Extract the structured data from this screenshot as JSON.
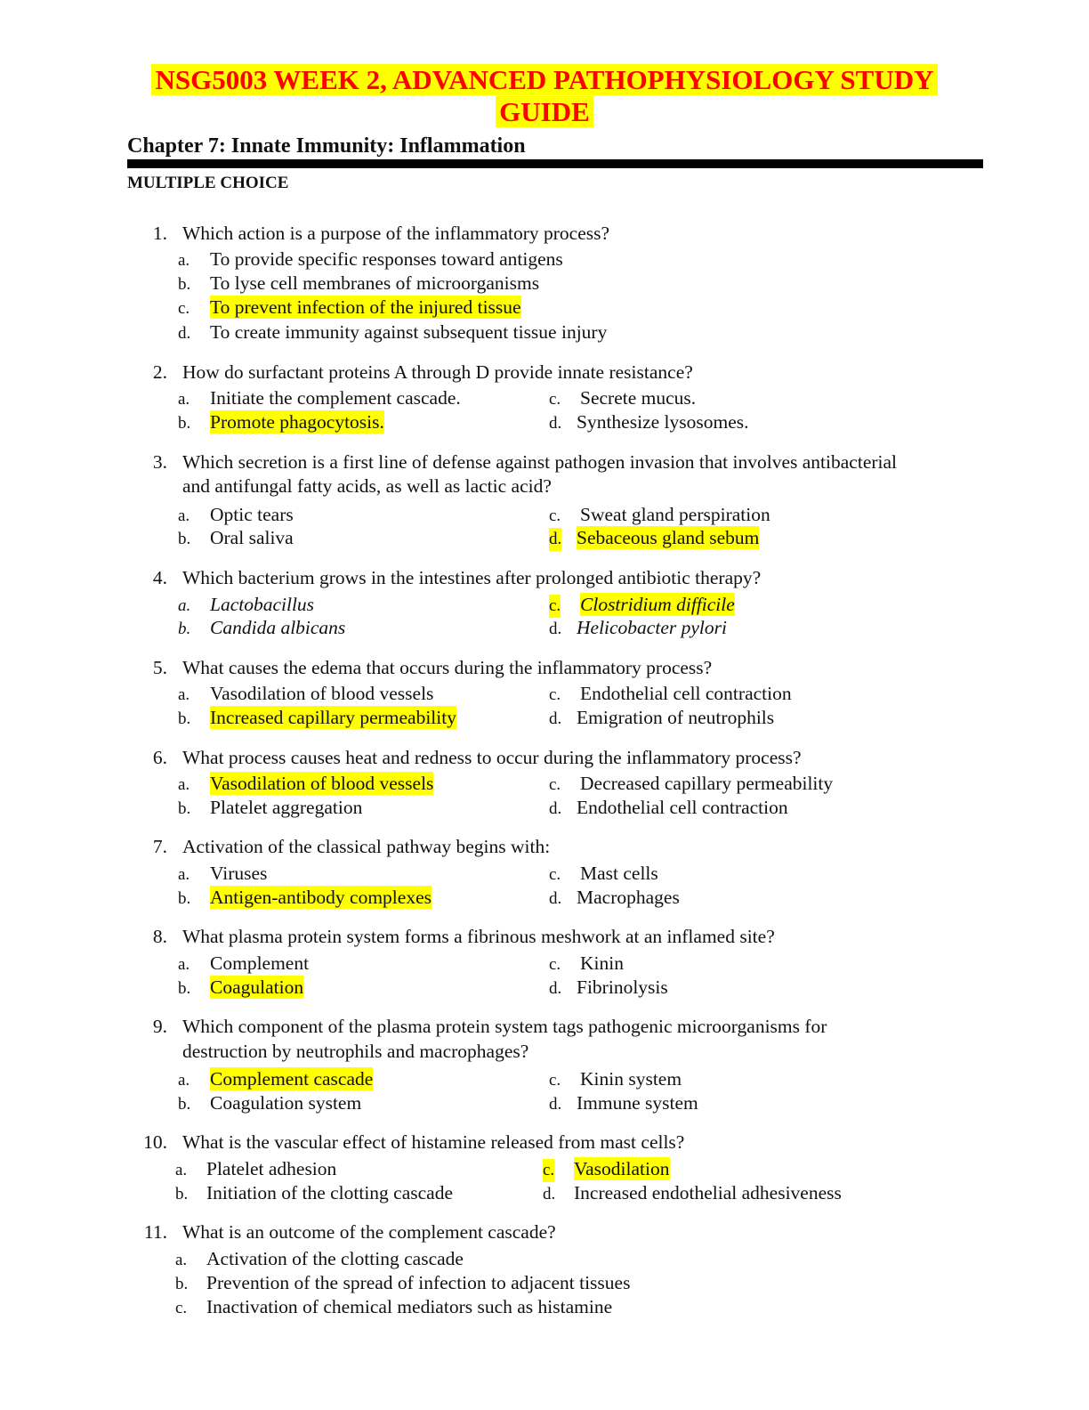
{
  "title_line1": "NSG5003 WEEK 2, ADVANCED PATHOPHYSIOLOGY STUDY",
  "title_line2": "GUIDE",
  "chapter": "Chapter 7: Innate Immunity: Inflammation",
  "section": "MULTIPLE CHOICE",
  "colors": {
    "title": "#ff0000",
    "highlight": "#ffff00"
  },
  "questions": [
    {
      "num": "1.",
      "lines": [
        "Which action is a purpose of the inflammatory process?"
      ],
      "layout": "single",
      "options": [
        {
          "letter": "a.",
          "text": "To provide specific responses toward antigens"
        },
        {
          "letter": "b.",
          "text": "To lyse cell membranes of microorganisms"
        },
        {
          "letter": "c.",
          "text": "To prevent infection of the injured tissue",
          "correct": true
        },
        {
          "letter": "d.",
          "text": "To create immunity against subsequent tissue injury"
        }
      ]
    },
    {
      "num": "2.",
      "lines": [
        "How do surfactant proteins A through D provide innate resistance?"
      ],
      "layout": "two",
      "options": [
        {
          "letter": "a.",
          "text": "Initiate the complement cascade."
        },
        {
          "letter": "b.",
          "text": "Promote phagocytosis.",
          "correct": true
        },
        {
          "letter": "c.",
          "text": "Secrete mucus."
        },
        {
          "letter": "d.",
          "text": "Synthesize lysosomes."
        }
      ]
    },
    {
      "num": "3.",
      "lines": [
        "Which secretion is a first line of defense against pathogen invasion that involves antibacterial",
        "and antifungal fatty acids, as well as lactic acid?"
      ],
      "layout": "two",
      "options": [
        {
          "letter": "a.",
          "text": "Optic tears"
        },
        {
          "letter": "b.",
          "text": "Oral saliva"
        },
        {
          "letter": "c.",
          "text": "Sweat gland perspiration"
        },
        {
          "letter": "d.",
          "text": "Sebaceous gland sebum",
          "correct": true,
          "letter_hl": true
        }
      ]
    },
    {
      "num": "4.",
      "lines": [
        "Which bacterium grows in the intestines after prolonged antibiotic therapy?"
      ],
      "layout": "two",
      "italic": true,
      "options": [
        {
          "letter": "a.",
          "text": "Lactobacillus"
        },
        {
          "letter": "b.",
          "text": "Candida albicans"
        },
        {
          "letter": "c.",
          "text": "Clostridium difficile",
          "correct": true,
          "letter_hl": true
        },
        {
          "letter": "d.",
          "text": "Helicobacter pylori"
        }
      ]
    },
    {
      "num": "5.",
      "lines": [
        "What causes the edema that occurs during the inflammatory process?"
      ],
      "layout": "two",
      "options": [
        {
          "letter": "a.",
          "text": "Vasodilation of blood vessels"
        },
        {
          "letter": "b.",
          "text": "Increased capillary permeability",
          "correct": true
        },
        {
          "letter": "c.",
          "text": "Endothelial cell contraction"
        },
        {
          "letter": "d.",
          "text": "Emigration of neutrophils"
        }
      ]
    },
    {
      "num": "6.",
      "lines": [
        "What process causes heat and redness to occur during the inflammatory process?"
      ],
      "layout": "two",
      "options": [
        {
          "letter": "a.",
          "text": "Vasodilation of blood vessels",
          "correct": true
        },
        {
          "letter": "b.",
          "text": "Platelet aggregation"
        },
        {
          "letter": "c.",
          "text": "Decreased capillary permeability"
        },
        {
          "letter": "d.",
          "text": "Endothelial cell contraction"
        }
      ]
    },
    {
      "num": "7.",
      "lines": [
        "Activation of the classical pathway begins with:"
      ],
      "layout": "two",
      "options": [
        {
          "letter": "a.",
          "text": "Viruses"
        },
        {
          "letter": "b.",
          "text": "Antigen-antibody complexes",
          "correct": true
        },
        {
          "letter": "c.",
          "text": "Mast cells"
        },
        {
          "letter": "d.",
          "text": "Macrophages"
        }
      ]
    },
    {
      "num": "8.",
      "lines": [
        "What plasma protein system forms a fibrinous meshwork at an inflamed site?"
      ],
      "layout": "two",
      "options": [
        {
          "letter": "a.",
          "text": "Complement"
        },
        {
          "letter": "b.",
          "text": "Coagulation",
          "correct": true
        },
        {
          "letter": "c.",
          "text": "Kinin"
        },
        {
          "letter": "d.",
          "text": "Fibrinolysis"
        }
      ]
    },
    {
      "num": "9.",
      "lines": [
        "Which component of the plasma protein system tags pathogenic microorganisms for",
        "destruction by neutrophils and macrophages?"
      ],
      "layout": "two",
      "options": [
        {
          "letter": "a.",
          "text": "Complement cascade",
          "correct": true
        },
        {
          "letter": "b.",
          "text": "Coagulation system"
        },
        {
          "letter": "c.",
          "text": "Kinin system"
        },
        {
          "letter": "d.",
          "text": "Immune system"
        }
      ]
    },
    {
      "num": "10.",
      "lines": [
        "What is the vascular effect of histamine released from mast cells?"
      ],
      "layout": "two",
      "shift": true,
      "options": [
        {
          "letter": "a.",
          "text": "Platelet adhesion"
        },
        {
          "letter": "b.",
          "text": "Initiation of the clotting cascade"
        },
        {
          "letter": "c.",
          "text": "Vasodilation",
          "correct": true,
          "letter_hl": true
        },
        {
          "letter": "d.",
          "text": "Increased endothelial adhesiveness"
        }
      ]
    },
    {
      "num": "11.",
      "lines": [
        "What is an outcome of the complement cascade?"
      ],
      "layout": "single",
      "shift": true,
      "options": [
        {
          "letter": "a.",
          "text": "Activation of the clotting cascade"
        },
        {
          "letter": "b.",
          "text": "Prevention of the spread of infection to adjacent tissues"
        },
        {
          "letter": "c.",
          "text": "Inactivation of chemical mediators such as histamine"
        }
      ]
    }
  ]
}
